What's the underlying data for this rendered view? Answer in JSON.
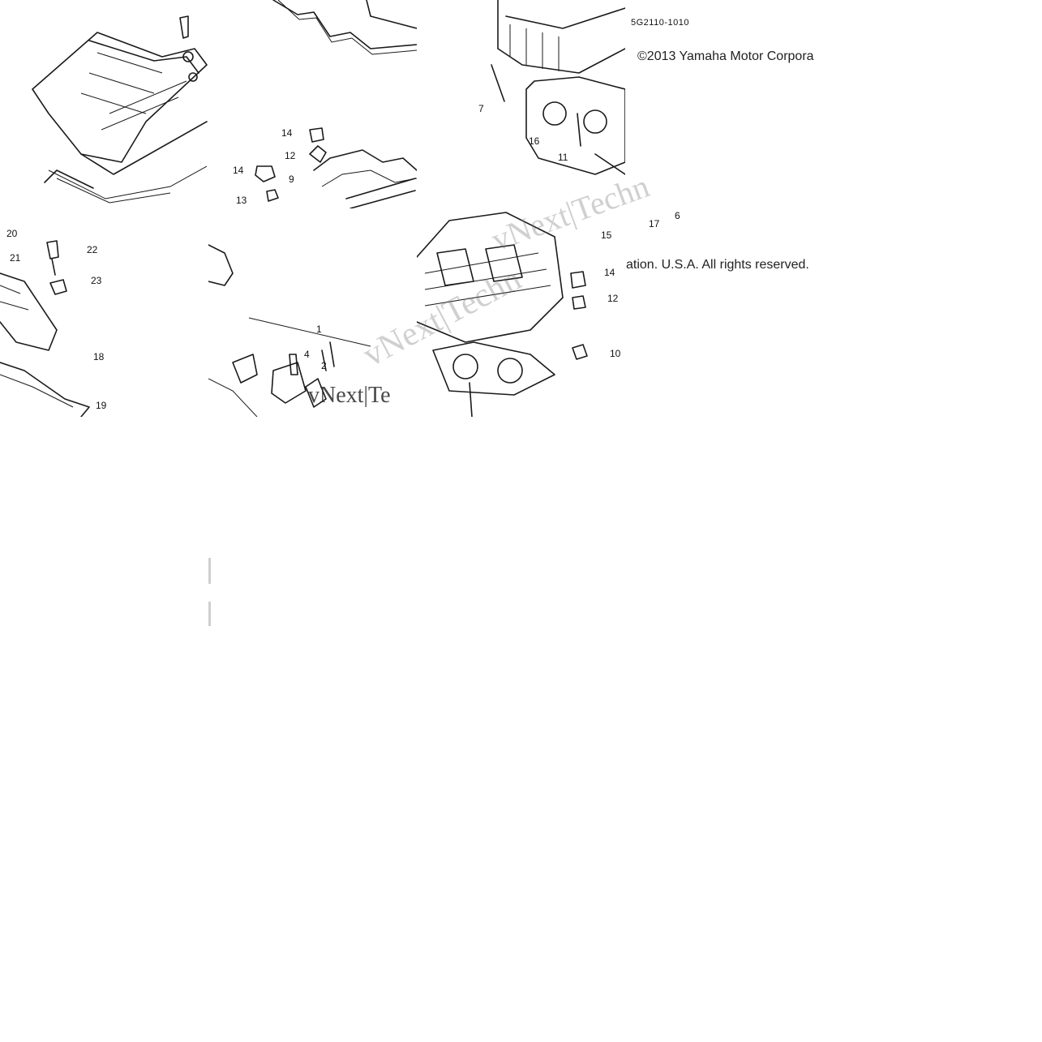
{
  "diagram": {
    "code": "5G2110-1010",
    "copyright_line_1": "©2013 Yamaha Motor Corpora",
    "copyright_line_2": "ation. U.S.A. All rights reserved.",
    "watermark_1": "vNext|Techn",
    "watermark_2": "vNext|Te",
    "watermark_3": "vNext|Techn"
  },
  "callouts": {
    "c20": "20",
    "c21": "21",
    "c22": "22",
    "c23": "23",
    "c18": "18",
    "c19": "19",
    "c14a": "14",
    "c12a": "12",
    "c9": "9",
    "c14b": "14",
    "c13": "13",
    "c1": "1",
    "c4": "4",
    "c2": "2",
    "c7": "7",
    "c16": "16",
    "c11": "11",
    "c17": "17",
    "c6": "6",
    "c15": "15",
    "c14c": "14",
    "c12b": "12",
    "c10": "10"
  }
}
